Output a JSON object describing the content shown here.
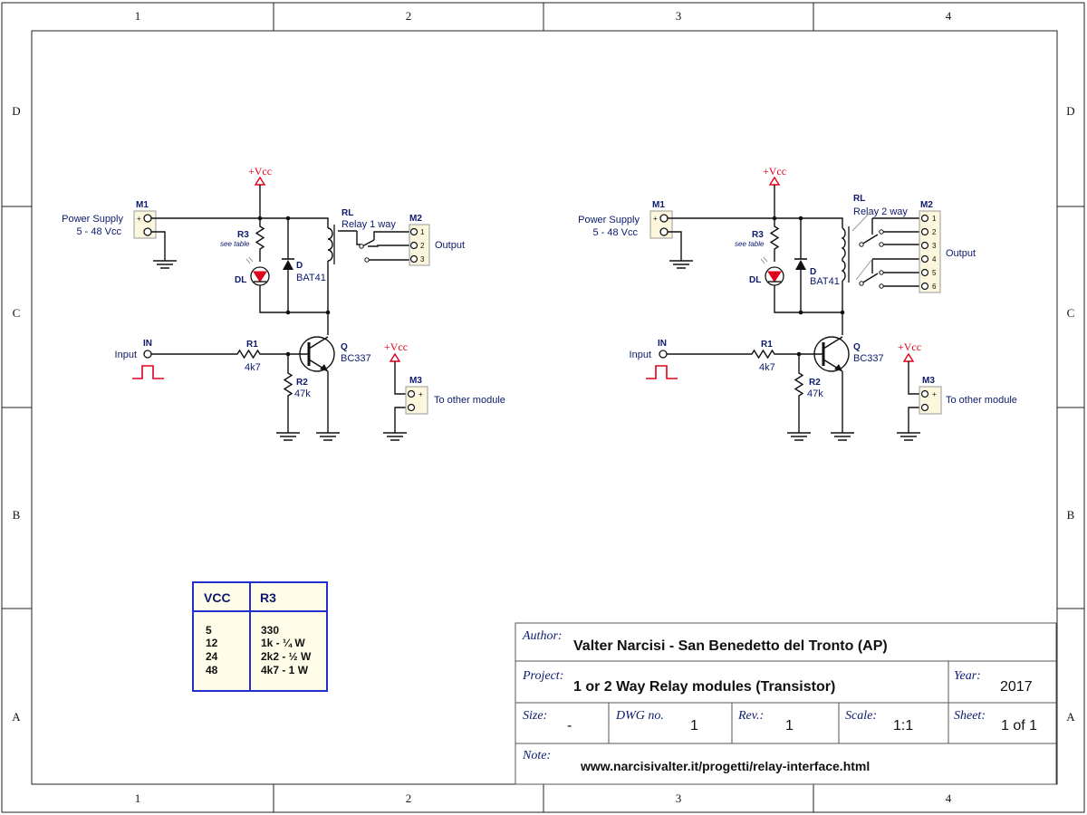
{
  "frame": {
    "columns": [
      "1",
      "2",
      "3",
      "4"
    ],
    "rows": [
      "D",
      "C",
      "B",
      "A"
    ]
  },
  "circuit_left": {
    "m1_ref": "M1",
    "m1_label": "Power Supply",
    "m1_sub": "5 - 48 Vcc",
    "m1_plus": "+",
    "vcc": "+Vcc",
    "r3_ref": "R3",
    "r3_note": "see table",
    "d_ref": "D",
    "d_val": "BAT41",
    "dl_ref": "DL",
    "rl_ref": "RL",
    "rl_val": "Relay 1 way",
    "m2_ref": "M2",
    "m2_pins": [
      "1",
      "2",
      "3"
    ],
    "m2_label": "Output",
    "in_ref": "IN",
    "in_label": "Input",
    "r1_ref": "R1",
    "r1_val": "4k7",
    "r2_ref": "R2",
    "r2_val": "47k",
    "q_ref": "Q",
    "q_val": "BC337",
    "vcc2": "+Vcc",
    "m3_ref": "M3",
    "m3_plus": "+",
    "m3_label": "To other module"
  },
  "circuit_right": {
    "m1_ref": "M1",
    "m1_label": "Power Supply",
    "m1_sub": "5 - 48 Vcc",
    "m1_plus": "+",
    "vcc": "+Vcc",
    "r3_ref": "R3",
    "r3_note": "see table",
    "d_ref": "D",
    "d_val": "BAT41",
    "dl_ref": "DL",
    "rl_ref": "RL",
    "rl_val": "Relay 2 way",
    "m2_ref": "M2",
    "m2_pins": [
      "1",
      "2",
      "3",
      "4",
      "5",
      "6"
    ],
    "m2_label": "Output",
    "in_ref": "IN",
    "in_label": "Input",
    "r1_ref": "R1",
    "r1_val": "4k7",
    "r2_ref": "R2",
    "r2_val": "47k",
    "q_ref": "Q",
    "q_val": "BC337",
    "vcc2": "+Vcc",
    "m3_ref": "M3",
    "m3_plus": "+",
    "m3_label": "To other module"
  },
  "r3_table": {
    "headers": [
      "VCC",
      "R3"
    ],
    "rows": [
      [
        "5",
        "330"
      ],
      [
        "12",
        "1k - ¼ W"
      ],
      [
        "24",
        "2k2 - ½ W"
      ],
      [
        "48",
        "4k7 - 1 W"
      ]
    ]
  },
  "title_block": {
    "author_key": "Author:",
    "author": "Valter Narcisi - San Benedetto del Tronto (AP)",
    "project_key": "Project:",
    "project": "1 or 2 Way Relay modules (Transistor)",
    "year_key": "Year:",
    "year": "2017",
    "size_key": "Size:",
    "size": "-",
    "dwg_key": "DWG no.",
    "dwg": "1",
    "rev_key": "Rev.:",
    "rev": "1",
    "scale_key": "Scale:",
    "scale": "1:1",
    "sheet_key": "Sheet:",
    "sheet": "1 of 1",
    "note_key": "Note:",
    "note": "www.narcisivalter.it/progetti/relay-interface.html"
  },
  "colors": {
    "wire": "#111111",
    "label": "#0b1a6b",
    "vcc": "#e0001b",
    "led": "#e0001b",
    "table_border": "#1f2fd0",
    "table_bg": "#fffde8",
    "connector_bg": "#fbf6dc"
  }
}
